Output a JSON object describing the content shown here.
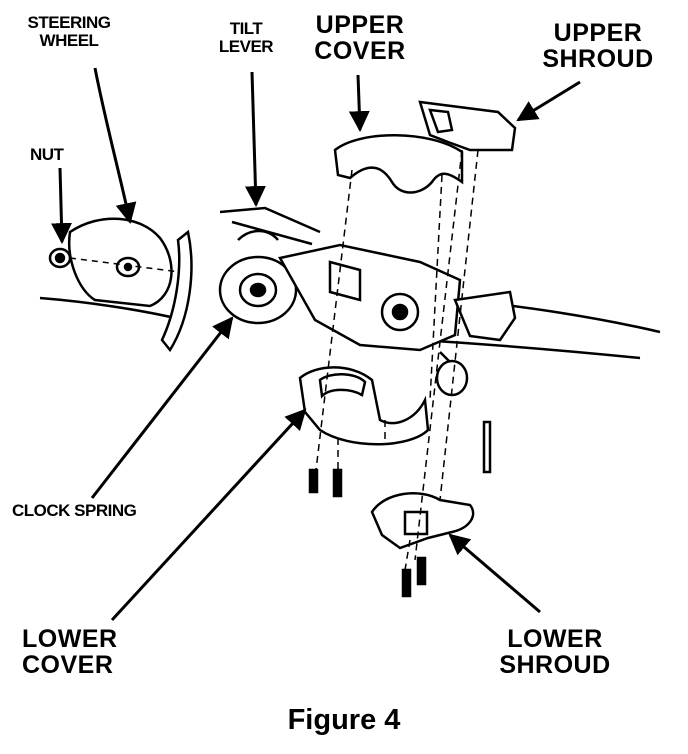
{
  "labels": {
    "steering_wheel": [
      "STEERING",
      "WHEEL"
    ],
    "tilt_lever": [
      "TILT",
      "LEVER"
    ],
    "upper_cover": [
      "UPPER",
      "COVER"
    ],
    "upper_shroud": [
      "UPPER",
      "SHROUD"
    ],
    "nut": "NUT",
    "clock_spring": "CLOCK SPRING",
    "lower_cover": [
      "LOWER",
      "COVER"
    ],
    "lower_shroud": [
      "LOWER",
      "SHROUD"
    ]
  },
  "caption": "Figure 4"
}
